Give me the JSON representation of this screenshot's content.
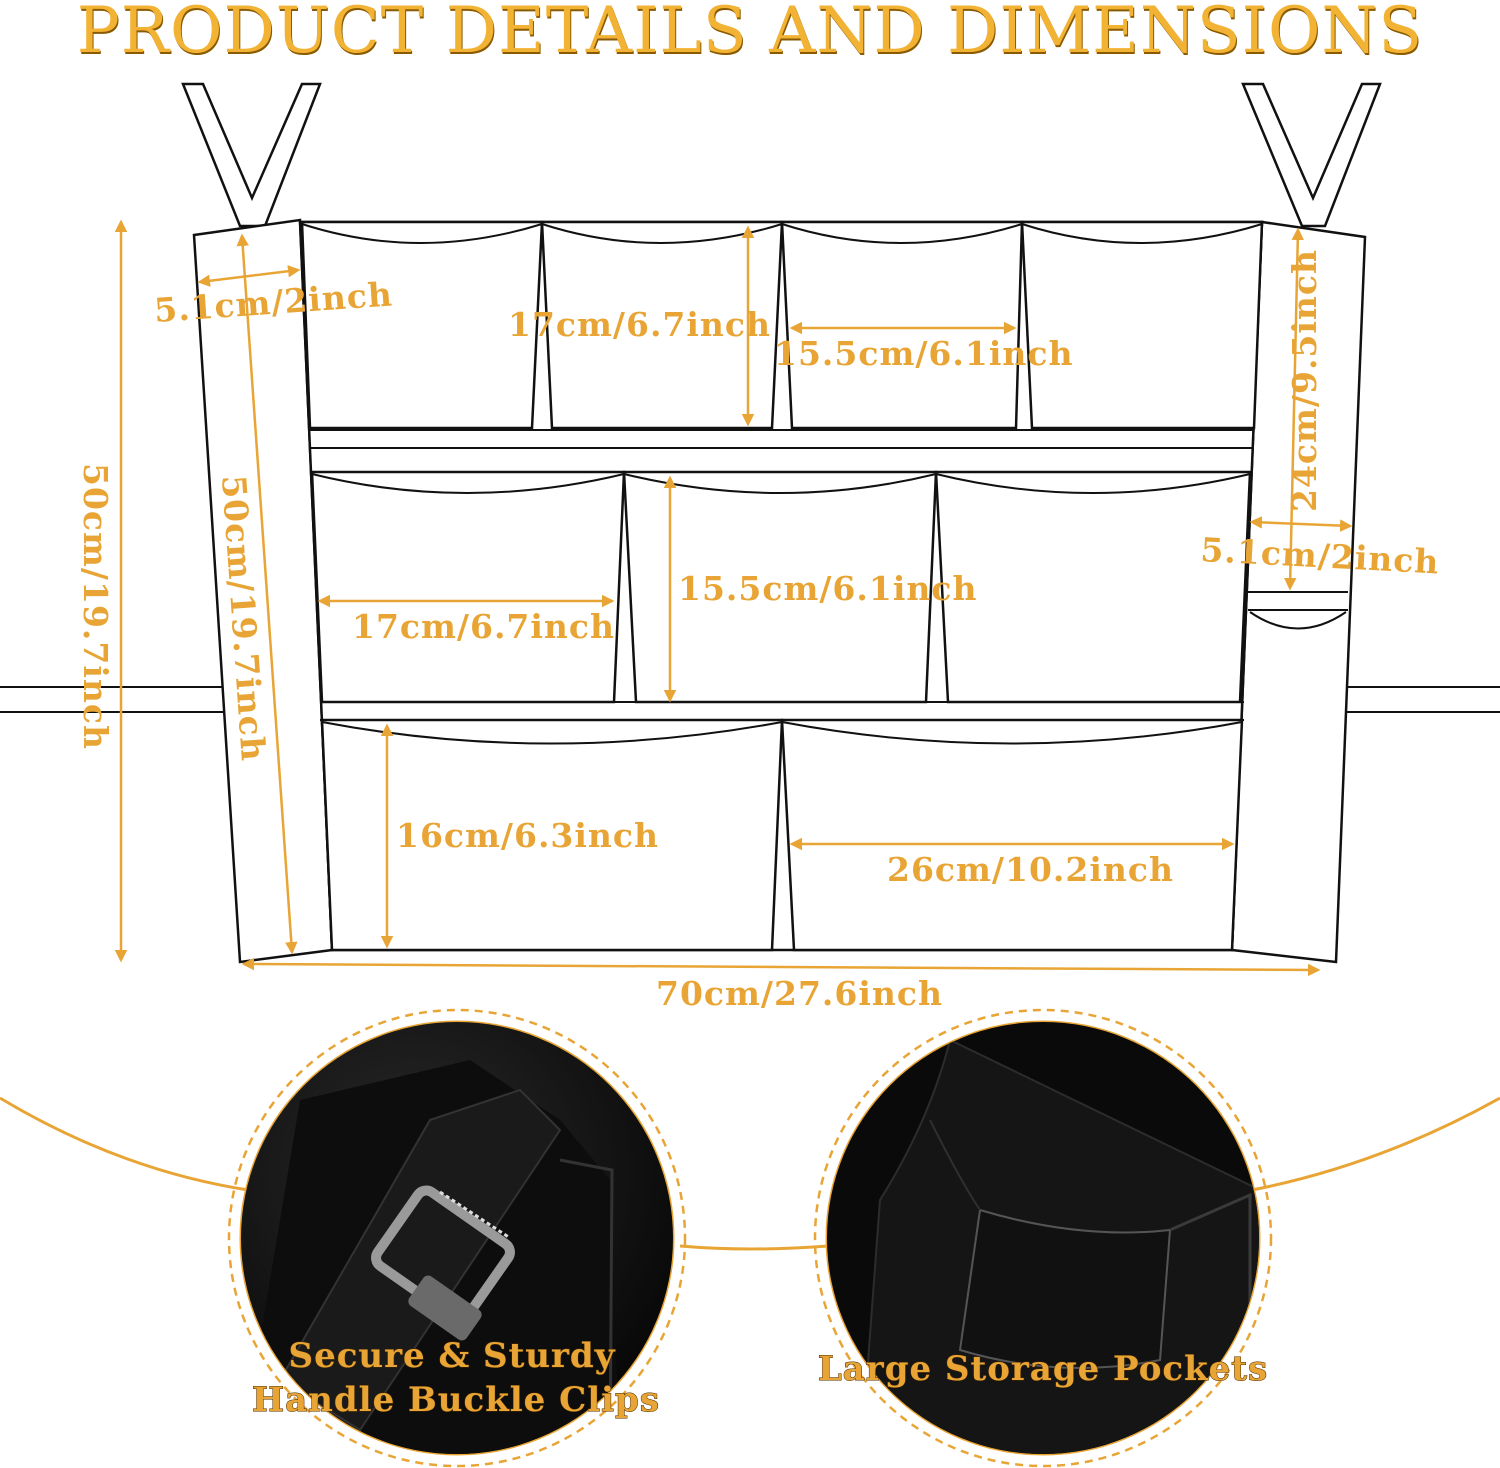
{
  "title": "PRODUCT DETAILS AND DIMENSIONS",
  "dimensions": {
    "side_strip_width_left": "5.1cm/2inch",
    "top_pocket_height": "17cm/6.7inch",
    "top_pocket_width": "15.5cm/6.1inch",
    "right_strip_height": "24cm/9.5inch",
    "side_strip_width_right": "5.1cm/2inch",
    "overall_height_outer": "50cm/19.7inch",
    "overall_height_inner": "50cm/19.7inch",
    "middle_pocket_width": "17cm/6.7inch",
    "middle_pocket_height": "15.5cm/6.1inch",
    "bottom_pocket_height": "16cm/6.3inch",
    "bottom_pocket_width": "26cm/10.2inch",
    "overall_width": "70cm/27.6inch"
  },
  "details": [
    {
      "line1": "Secure & Sturdy",
      "line2": "Handle Buckle Clips"
    },
    {
      "line1": "Large Storage Pockets"
    }
  ],
  "colors": {
    "accent": "#E8A535",
    "title": "#F2B233",
    "outline": "#111111",
    "fabric": "#0b0b0b"
  }
}
